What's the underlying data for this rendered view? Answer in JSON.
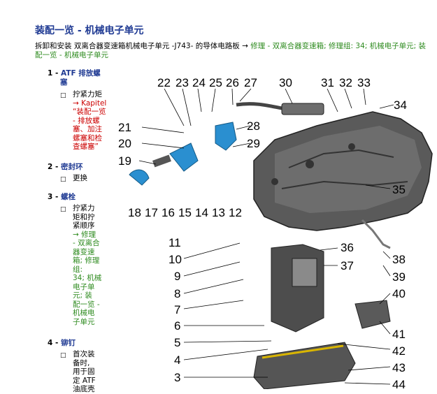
{
  "page": {
    "title": "装配一览 - 机械电子单元",
    "intro": {
      "text": "拆卸和安装 双离合器变速箱机械电子单元 -J743- 的导体电路板 → ",
      "link": "修理 - 双离合器变速箱; 修理组: 34; 机械电子单元; 装配一览 - 机械电子单元"
    }
  },
  "items": [
    {
      "num": "1 -",
      "title_line1": "ATF 排放螺",
      "title_line2": "塞",
      "sub": {
        "text_line1": "拧紧力矩",
        "link_line": "→ Kapitel",
        "quote_lines": [
          "“装配一览",
          "- 排放螺",
          "塞、加注",
          "螺塞和检",
          "查螺塞”"
        ]
      }
    },
    {
      "num": "2 -",
      "title_line1": "密封环",
      "sub": {
        "text_line1": "更换"
      }
    },
    {
      "num": "3 -",
      "title_line1": "螺栓",
      "sub": {
        "text_lines": [
          "拧紧力",
          "矩和拧",
          "紧顺序"
        ],
        "link_lines": [
          "→ 修理",
          "- 双离合",
          "器变速",
          "箱; 修理",
          "组:",
          "34; 机械",
          "电子单",
          "元; 装",
          "配一览 -",
          "机械电",
          "子单元"
        ]
      }
    },
    {
      "num": "4 -",
      "title_line1": "铆钉",
      "sub": {
        "text_lines": [
          "首次装",
          "备时,",
          "用于固",
          "定 ATF",
          "油底壳"
        ]
      }
    }
  ],
  "diagram": {
    "callouts": [
      "22",
      "23",
      "24",
      "25",
      "26",
      "27",
      "30",
      "31",
      "32",
      "33",
      "34",
      "21",
      "28",
      "20",
      "29",
      "19",
      "35",
      "18",
      "17",
      "16",
      "15",
      "14",
      "13",
      "12",
      "11",
      "36",
      "10",
      "37",
      "38",
      "9",
      "39",
      "8",
      "40",
      "7",
      "6",
      "41",
      "5",
      "42",
      "4",
      "43",
      "3",
      "44"
    ]
  }
}
